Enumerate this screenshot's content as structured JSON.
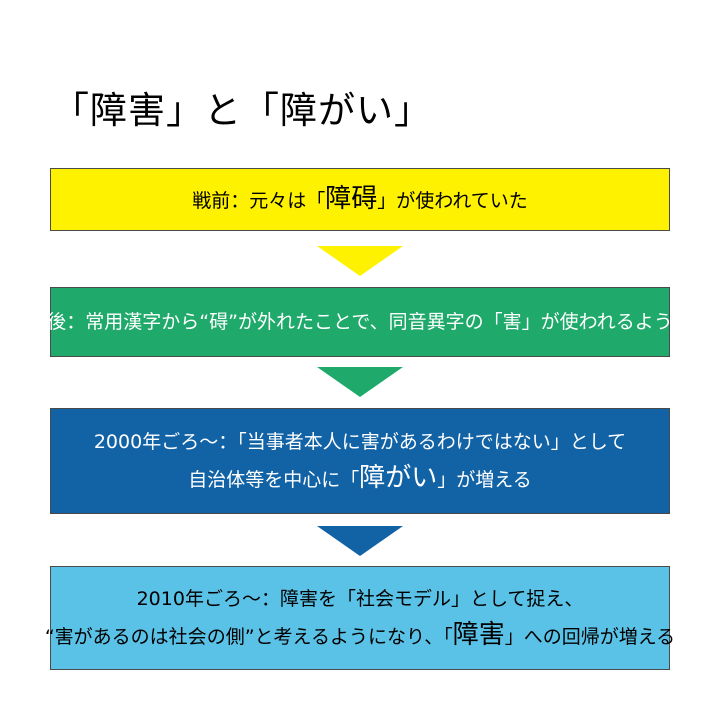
{
  "title": "「障害」と「障がい」",
  "colors": {
    "box1": "#fff200",
    "box2": "#1faa6b",
    "box3": "#1262a6",
    "box4": "#5bc2e7",
    "arrow1": "#fff200",
    "arrow2": "#1faa6b",
    "arrow3": "#1262a6"
  },
  "steps": [
    {
      "lines": [
        [
          "戦前：元々は「",
          "障碍",
          "」が使われていた"
        ]
      ]
    },
    {
      "lines": [
        [
          "戦後：常用漢字から“碍”が外れたことで、同音異字の「害」が使われるように",
          "",
          ""
        ]
      ]
    },
    {
      "lines": [
        [
          "2000年ごろ～：「当事者本人に害があるわけではない」として",
          "",
          ""
        ],
        [
          "自治体等を中心に「",
          "障がい",
          "」が増える"
        ]
      ]
    },
    {
      "lines": [
        [
          "2010年ごろ～：障害を「社会モデル」として捉え、",
          "",
          ""
        ],
        [
          "“害があるのは社会の側”と考えるようになり、「",
          "障害",
          "」への回帰が増える"
        ]
      ]
    }
  ]
}
